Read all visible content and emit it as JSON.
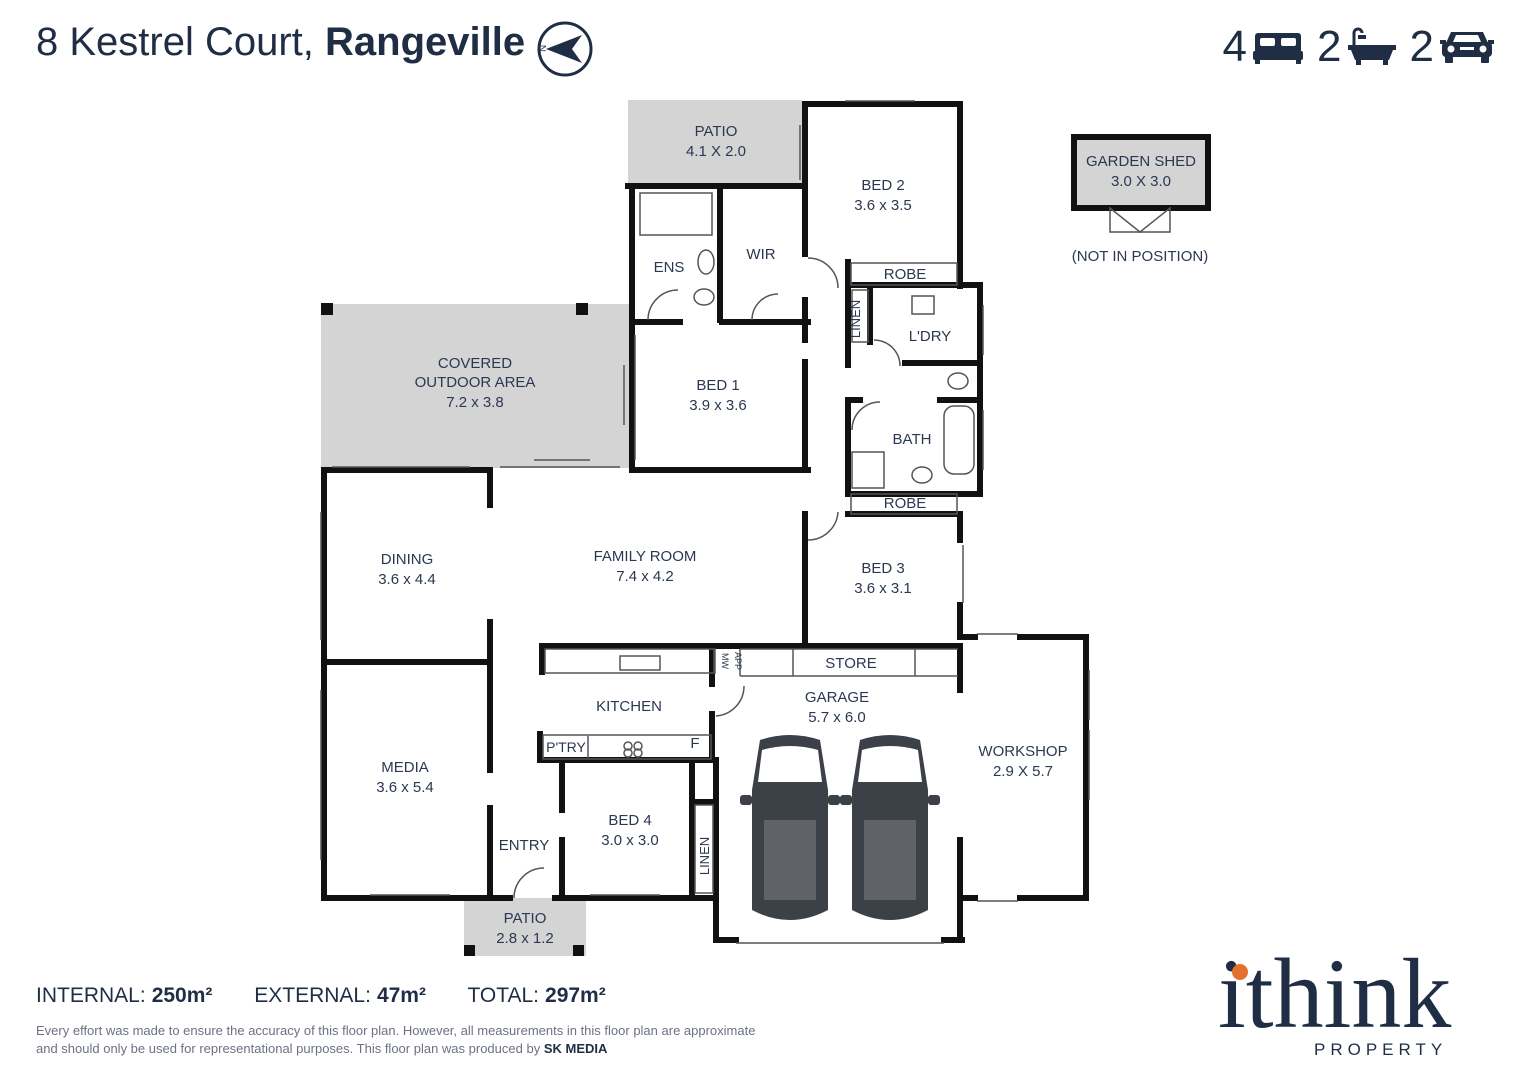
{
  "header": {
    "street": "8 Kestrel Court, ",
    "suburb": "Rangeville"
  },
  "stats": {
    "bedrooms": "4",
    "bathrooms": "2",
    "car_spaces": "2"
  },
  "rooms": {
    "patio_top": {
      "name": "PATIO",
      "size": "4.1 X 2.0"
    },
    "bed2": {
      "name": "BED 2",
      "size": "3.6 x 3.5"
    },
    "garden_shed": {
      "name": "GARDEN SHED",
      "size": "3.0 X 3.0",
      "note": "(NOT IN POSITION)"
    },
    "ens": {
      "name": "ENS"
    },
    "wir": {
      "name": "WIR"
    },
    "robe_top": {
      "name": "ROBE"
    },
    "linen_top": {
      "name": "LINEN"
    },
    "laundry": {
      "name": "L'DRY"
    },
    "covered_outdoor": {
      "line1": "COVERED",
      "line2": "OUTDOOR AREA",
      "size": "7.2 x 3.8"
    },
    "bed1": {
      "name": "BED 1",
      "size": "3.9 x 3.6"
    },
    "bath": {
      "name": "BATH"
    },
    "robe_bottom": {
      "name": "ROBE"
    },
    "dining": {
      "name": "DINING",
      "size": "3.6 x 4.4"
    },
    "family": {
      "name": "FAMILY ROOM",
      "size": "7.4 x 4.2"
    },
    "bed3": {
      "name": "BED 3",
      "size": "3.6 x 3.1"
    },
    "app": {
      "line1": "APP",
      "line2": "MW"
    },
    "store": {
      "name": "STORE"
    },
    "garage": {
      "name": "GARAGE",
      "size": "5.7 x 6.0"
    },
    "kitchen": {
      "name": "KITCHEN"
    },
    "pantry": {
      "name": "P'TRY"
    },
    "fridge": {
      "name": "F"
    },
    "workshop": {
      "name": "WORKSHOP",
      "size": "2.9 X 5.7"
    },
    "media": {
      "name": "MEDIA",
      "size": "3.6 x 5.4"
    },
    "bed4": {
      "name": "BED 4",
      "size": "3.0 x 3.0"
    },
    "linen_bottom": {
      "name": "LINEN"
    },
    "entry": {
      "name": "ENTRY"
    },
    "patio_bottom": {
      "name": "PATIO",
      "size": "2.8 x 1.2"
    }
  },
  "areas": {
    "internal_label": "INTERNAL:",
    "internal_value": "250m²",
    "external_label": "EXTERNAL:",
    "external_value": "47m²",
    "total_label": "TOTAL:",
    "total_value": "297m²"
  },
  "disclaimer": {
    "line1": "Every effort was made to ensure the accuracy of this floor plan. However, all measurements in this floor plan are approximate",
    "line2": "and should only be used for representational purposes. This floor plan was produced by ",
    "producer": "SK MEDIA"
  },
  "logo": {
    "main": "ithink",
    "sub": "PROPERTY"
  },
  "colors": {
    "primary": "#1f2d45",
    "wall": "#111111",
    "outdoor_fill": "#d4d4d4",
    "accent": "#e4702e",
    "car": "#3c4147"
  }
}
